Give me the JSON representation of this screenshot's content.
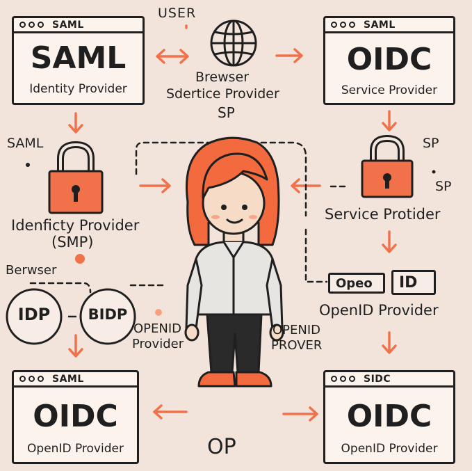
{
  "top_left_window": {
    "tag": "SAML",
    "title": "SAML",
    "subtitle": "Identity Provider"
  },
  "top_right_window": {
    "tag": "SAML",
    "title": "OIDC",
    "subtitle": "Service Provider"
  },
  "bottom_left_window": {
    "tag": "SAML",
    "title": "OIDC",
    "subtitle": "OpenID Provider"
  },
  "bottom_right_window": {
    "tag": "SIDC",
    "title": "OIDC",
    "subtitle": "OpenID Provider"
  },
  "user_label": "USER",
  "browser_label": "Brewser",
  "sp_line": "Sdertice Provider",
  "sp_short": "SP",
  "saml_side_label": "SAML",
  "left_lock_label_1": "Idenficty Provider",
  "left_lock_label_2": "(SMP)",
  "right_sp_1": "SP",
  "right_sp_2": "SP",
  "right_lock_label": "Service Protider",
  "browser_left_label": "Berwser",
  "idp_circle": "IDP",
  "bidp_circle": "BIDP",
  "openid_left_1": "OPENID",
  "openid_left_2": "Provider",
  "openid_right_1": "OPENID",
  "openid_right_2": "PROVER",
  "openid_box_1": "Opeo",
  "openid_box_2": "ID",
  "openid_provider_label": "OpenID Provider",
  "op_label": "OP",
  "accent_color": "#f0714a"
}
